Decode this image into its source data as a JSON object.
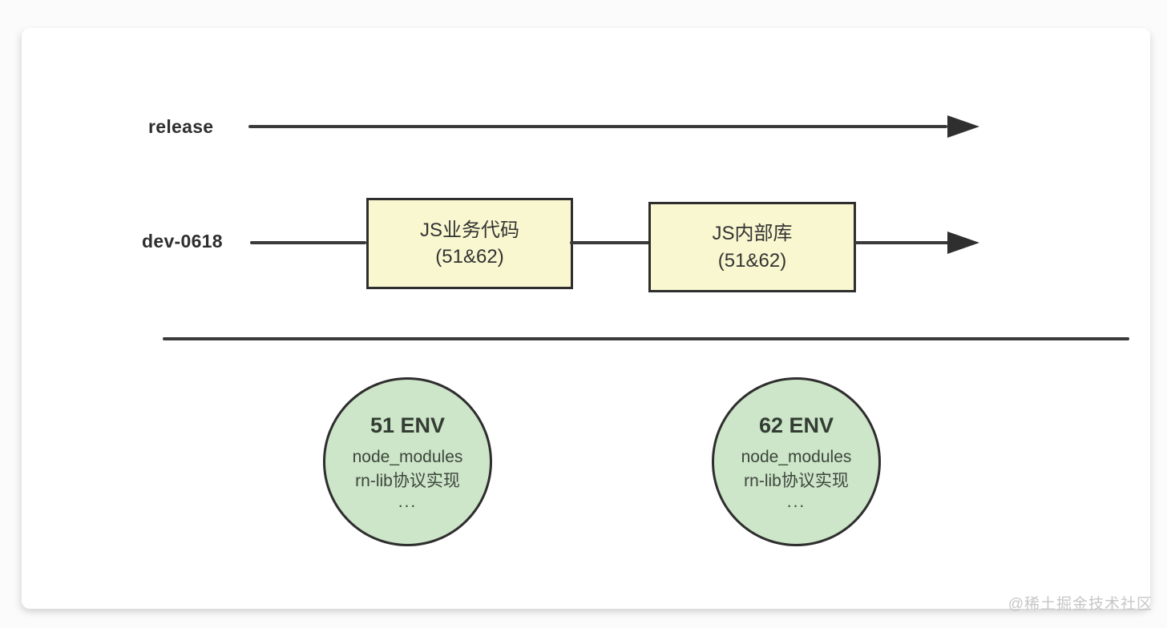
{
  "diagram": {
    "branches": [
      {
        "label": "release",
        "nodes": []
      },
      {
        "label": "dev-0618",
        "nodes": [
          {
            "title": "JS业务代码",
            "subtitle": "(51&62)"
          },
          {
            "title": "JS内部库",
            "subtitle": "(51&62)"
          }
        ]
      }
    ],
    "environments": [
      {
        "title": "51 ENV",
        "lines": [
          "node_modules",
          "rn-lib协议实现",
          "..."
        ]
      },
      {
        "title": "62 ENV",
        "lines": [
          "node_modules",
          "rn-lib协议实现",
          "..."
        ]
      }
    ]
  },
  "watermark": "@稀土掘金技术社区",
  "colors": {
    "node_fill": "#F9F7CF",
    "env_fill": "#CDE5C8",
    "stroke": "#2E2E2E",
    "line": "#3A3A3A",
    "text": "#333333",
    "watermark_text": "#C6C6C6",
    "card_bg": "#FFFFFF"
  }
}
